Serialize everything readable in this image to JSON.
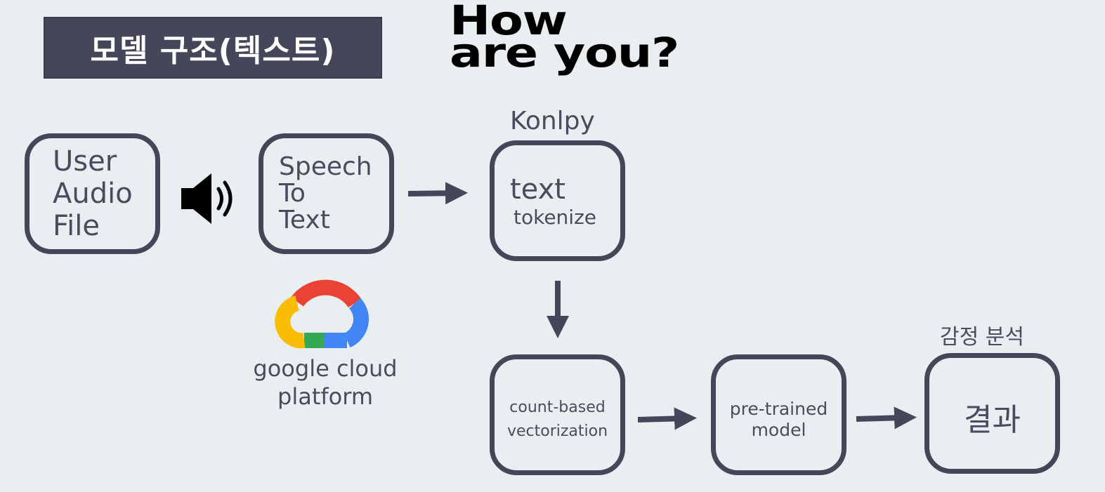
{
  "title": "모델 구조(텍스트)",
  "headline": {
    "line1": "How",
    "line2": "are you?"
  },
  "nodes": {
    "user_audio": [
      "User",
      "Audio",
      "File"
    ],
    "speech_to_text": [
      "Speech",
      "To",
      "Text"
    ],
    "tokenize": {
      "line1": "text",
      "line2": "tokenize"
    },
    "vectorization": [
      "count-based",
      "vectorization"
    ],
    "pretrained": [
      "pre-trained",
      "model"
    ],
    "result": "결과"
  },
  "labels": {
    "konlpy": "Konlpy",
    "sentiment": "감정 분석",
    "gcp": [
      "google cloud",
      "platform"
    ]
  },
  "icons": {
    "speaker": "speaker-icon",
    "gcp_logo": "google-cloud-logo",
    "arrow": "arrow-icon"
  },
  "colors": {
    "background": "#e9eff0",
    "node_border": "#45465a",
    "title_bg": "#45465a",
    "gcp_red": "#ea4335",
    "gcp_yellow": "#fbbc05",
    "gcp_green": "#34a853",
    "gcp_blue": "#4285f4"
  }
}
